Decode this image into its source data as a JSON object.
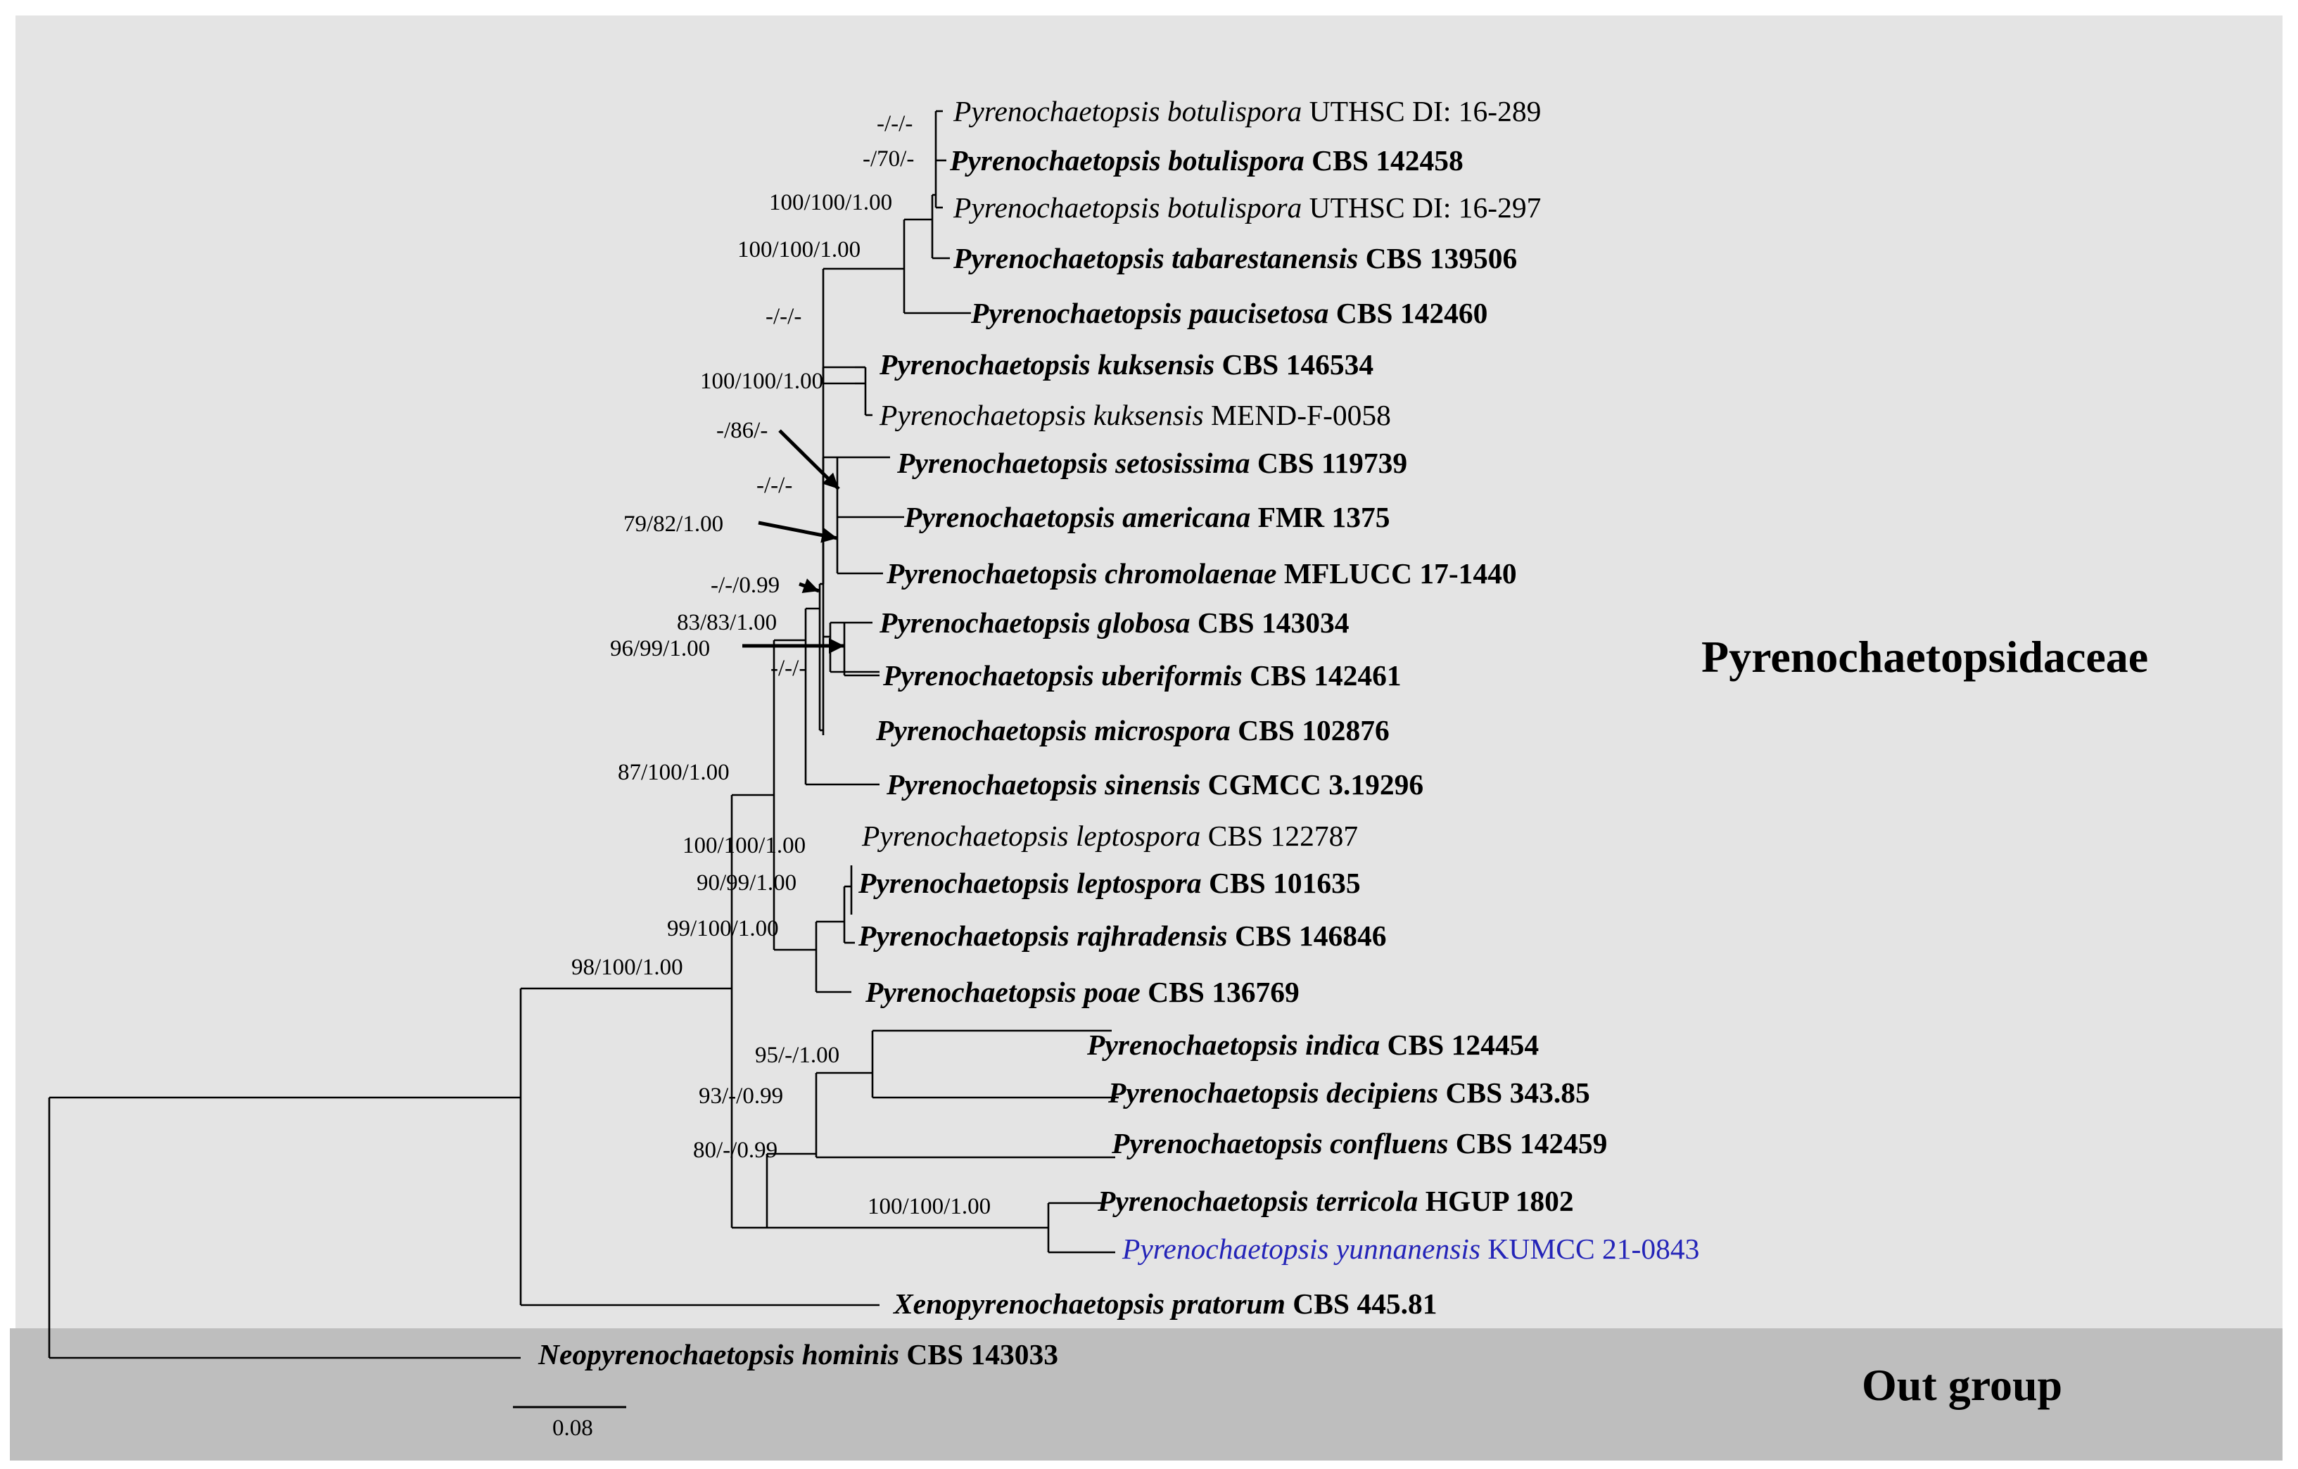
{
  "colors": {
    "highlight": "#2424b8",
    "ingroup_bg": "#e4e4e4",
    "outgroup_bg": "#bebebe"
  },
  "groups": {
    "ingroup": "Pyrenochaetopsidaceae",
    "outgroup": "Out group"
  },
  "scale_bar": {
    "label": "0.08"
  },
  "taxa": [
    {
      "genus": "Pyrenochaetopsis",
      "species": "botulispora",
      "strain": "UTHSC DI: 16-289",
      "bold": false
    },
    {
      "genus": "Pyrenochaetopsis",
      "species": "botulispora",
      "strain": "CBS 142458",
      "bold": true
    },
    {
      "genus": "Pyrenochaetopsis",
      "species": "botulispora",
      "strain": "UTHSC DI: 16-297",
      "bold": false
    },
    {
      "genus": "Pyrenochaetopsis",
      "species": "tabarestanensis",
      "strain": "CBS 139506",
      "bold": true
    },
    {
      "genus": "Pyrenochaetopsis",
      "species": "paucisetosa",
      "strain": "CBS 142460",
      "bold": true
    },
    {
      "genus": "Pyrenochaetopsis",
      "species": "kuksensis",
      "strain": "CBS 146534",
      "bold": true
    },
    {
      "genus": "Pyrenochaetopsis",
      "species": "kuksensis",
      "strain": "MEND-F-0058",
      "bold": false
    },
    {
      "genus": "Pyrenochaetopsis",
      "species": "setosissima",
      "strain": "CBS 119739",
      "bold": true
    },
    {
      "genus": "Pyrenochaetopsis",
      "species": "americana",
      "strain": "FMR 1375",
      "bold": true
    },
    {
      "genus": "Pyrenochaetopsis",
      "species": "chromolaenae",
      "strain": "MFLUCC 17-1440",
      "bold": true
    },
    {
      "genus": "Pyrenochaetopsis",
      "species": "globosa",
      "strain": "CBS 143034",
      "bold": true
    },
    {
      "genus": "Pyrenochaetopsis",
      "species": "uberiformis",
      "strain": "CBS 142461",
      "bold": true
    },
    {
      "genus": "Pyrenochaetopsis",
      "species": "microspora",
      "strain": "CBS 102876",
      "bold": true
    },
    {
      "genus": "Pyrenochaetopsis",
      "species": "sinensis",
      "strain": "CGMCC 3.19296",
      "bold": true
    },
    {
      "genus": "Pyrenochaetopsis",
      "species": "leptospora",
      "strain": "CBS 122787",
      "bold": false
    },
    {
      "genus": "Pyrenochaetopsis",
      "species": "leptospora",
      "strain": "CBS 101635",
      "bold": true
    },
    {
      "genus": "Pyrenochaetopsis",
      "species": "rajhradensis",
      "strain": "CBS 146846",
      "bold": true
    },
    {
      "genus": "Pyrenochaetopsis",
      "species": "poae",
      "strain": "CBS 136769",
      "bold": true
    },
    {
      "genus": "Pyrenochaetopsis",
      "species": "indica",
      "strain": "CBS 124454",
      "bold": true
    },
    {
      "genus": "Pyrenochaetopsis",
      "species": "decipiens",
      "strain": "CBS 343.85",
      "bold": true
    },
    {
      "genus": "Pyrenochaetopsis",
      "species": "confluens",
      "strain": "CBS 142459",
      "bold": true
    },
    {
      "genus": "Pyrenochaetopsis",
      "species": "terricola",
      "strain": "HGUP 1802",
      "bold": true
    },
    {
      "genus": "Pyrenochaetopsis",
      "species": "yunnanensis",
      "strain": "KUMCC 21-0843",
      "bold": false,
      "highlight": true
    },
    {
      "genus": "Xenopyrenochaetopsis",
      "species": "pratorum",
      "strain": "CBS 445.81",
      "bold": true
    },
    {
      "genus": "Neopyrenochaetopsis",
      "species": "hominis",
      "strain": "CBS 143033",
      "bold": true
    }
  ],
  "supports": [
    "-/-/-",
    "-/70/-",
    "100/100/1.00",
    "100/100/1.00",
    "-/-/-",
    "100/100/1.00",
    "-/86/-",
    "-/-/-",
    "79/82/1.00",
    "-/-/0.99",
    "83/83/1.00",
    "96/99/1.00",
    "-/-/-",
    "87/100/1.00",
    "100/100/1.00",
    "90/99/1.00",
    "99/100/1.00",
    "98/100/1.00",
    "95/-/1.00",
    "93/-/0.99",
    "80/-/0.99",
    "100/100/1.00"
  ]
}
